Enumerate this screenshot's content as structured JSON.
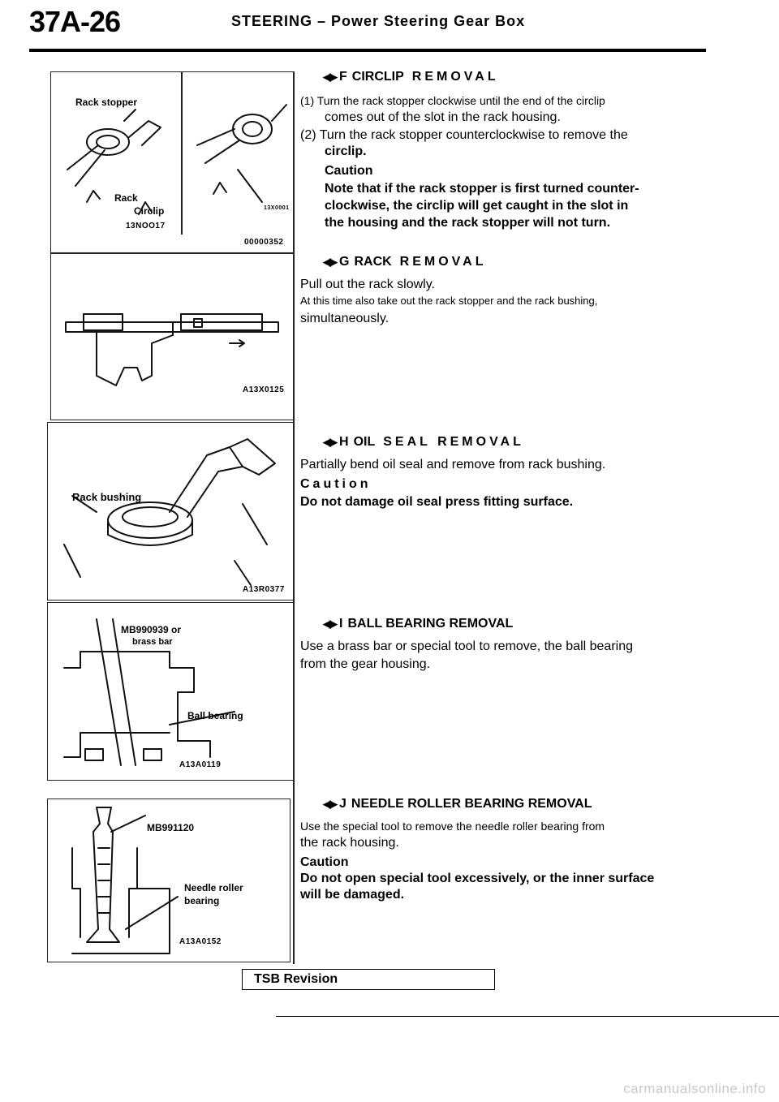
{
  "header": {
    "page_number": "37A-26",
    "title": "STEERING – Power Steering Gear Box"
  },
  "figures": {
    "fig1": {
      "label_rack_stopper": "Rack stopper",
      "label_rack": "Rack",
      "label_circlip": "Circlip",
      "code_left": "13NOO17",
      "code_right": "00000352",
      "code_small": "13X0001"
    },
    "fig2": {
      "code": "A13X0125"
    },
    "fig3": {
      "label": "Rack bushing",
      "code": "A13R0377"
    },
    "fig4": {
      "label_tool": "MB990939 or",
      "label_tool2": "brass bar",
      "label_bearing": "Ball bearing",
      "code": "A13A0119"
    },
    "fig5": {
      "label_tool": "MB991120",
      "label_bearing1": "Needle roller",
      "label_bearing2": "bearing",
      "code": "A13A0152"
    }
  },
  "sections": {
    "f": {
      "letter": "F",
      "title_word": "CIRCLIP",
      "title_rest": "REMOVAL",
      "step1a": "(1) Turn the rack stopper clockwise until the end of the circlip",
      "step1b": "comes out of the slot in the rack housing.",
      "step2a": "(2) Turn the rack stopper counterclockwise to remove the",
      "step2b": "circlip.",
      "caution_label": "Caution",
      "caution1": "Note that if the rack stopper is first turned counter-",
      "caution2": "clockwise, the circlip will get caught in the slot in",
      "caution3": "the housing and the rack stopper will not turn."
    },
    "g": {
      "letter": "G",
      "title_word": "RACK",
      "title_rest": "REMOVAL",
      "line1": "Pull out the rack slowly.",
      "line2": "At this time also take out the rack stopper and the rack bushing,",
      "line3": "simultaneously."
    },
    "h": {
      "letter": "H",
      "title_word": "OIL",
      "title_rest": "SEAL REMOVAL",
      "line1": "Partially bend oil seal and remove from rack bushing.",
      "caution_label": "Caution",
      "caution1": "Do not damage oil seal press fitting surface."
    },
    "i": {
      "letter": "I",
      "title": "BALL BEARING REMOVAL",
      "line1": "Use a brass bar or special tool to remove, the ball bearing",
      "line2": "from the gear housing."
    },
    "j": {
      "letter": "J",
      "title": "NEEDLE ROLLER BEARING REMOVAL",
      "line1": "Use the special tool to remove the needle roller bearing from",
      "line2": "the rack housing.",
      "caution_label": "Caution",
      "caution1": "Do not open special tool excessively, or the inner surface",
      "caution2": "will be damaged."
    }
  },
  "footer": {
    "tsb": "TSB Revision",
    "watermark": "carmanualsonline.info"
  }
}
